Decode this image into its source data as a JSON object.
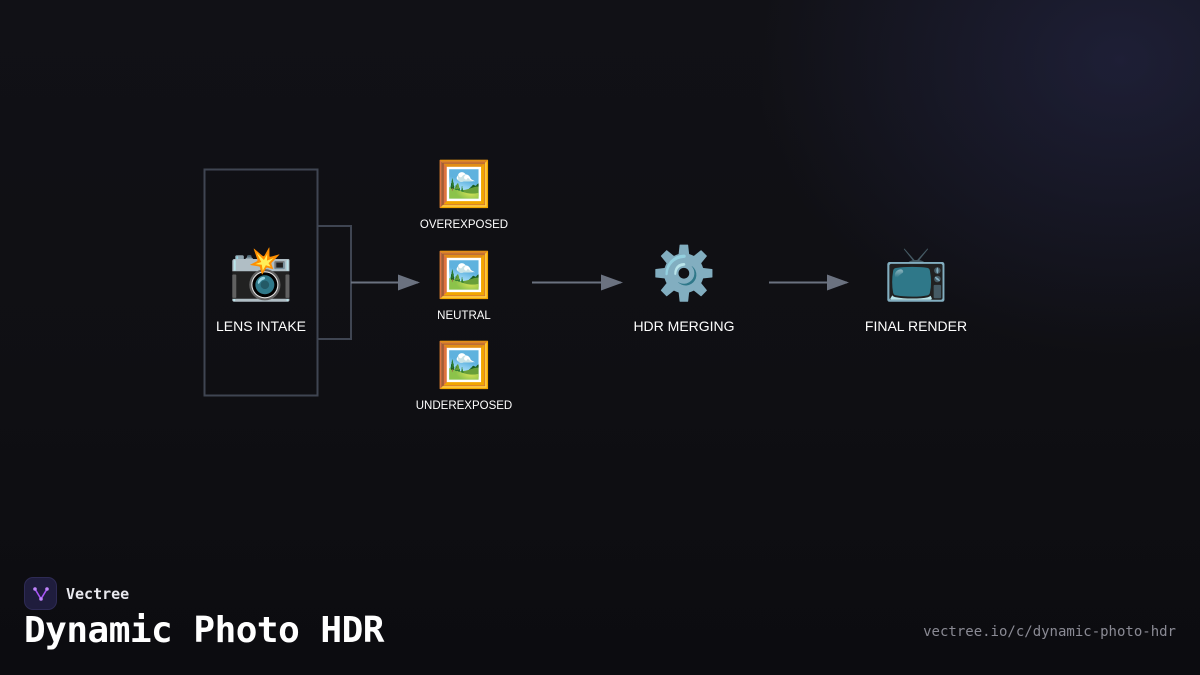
{
  "diagram": {
    "nodes": {
      "lens_intake": {
        "icon": "camera-flash-icon",
        "glyph": "📸",
        "label": "LENS INTAKE"
      },
      "overexposed": {
        "icon": "framed-picture-icon",
        "glyph": "🖼️",
        "label": "OVEREXPOSED"
      },
      "neutral": {
        "icon": "framed-picture-icon",
        "glyph": "🖼️",
        "label": "NEUTRAL"
      },
      "underexposed": {
        "icon": "framed-picture-icon",
        "glyph": "🖼️",
        "label": "UNDEREXPOSED"
      },
      "hdr_merging": {
        "icon": "gear-icon",
        "glyph": "⚙️",
        "label": "HDR MERGING"
      },
      "final_render": {
        "icon": "television-icon",
        "glyph": "📺",
        "label": "FINAL RENDER"
      }
    },
    "edges": [
      {
        "from": "lens_intake",
        "to": "exposure-group"
      },
      {
        "from": "exposure-group",
        "to": "hdr_merging"
      },
      {
        "from": "hdr_merging",
        "to": "final_render"
      }
    ],
    "colors": {
      "line": "#6b7280",
      "group_border": "#3f4552",
      "background": "#0f0f13"
    }
  },
  "footer": {
    "brand_name": "Vectree",
    "brand_logo_icon": "vectree-logo-icon",
    "brand_accent": "#a855f7",
    "title": "Dynamic Photo HDR",
    "url": "vectree.io/c/dynamic-photo-hdr"
  }
}
